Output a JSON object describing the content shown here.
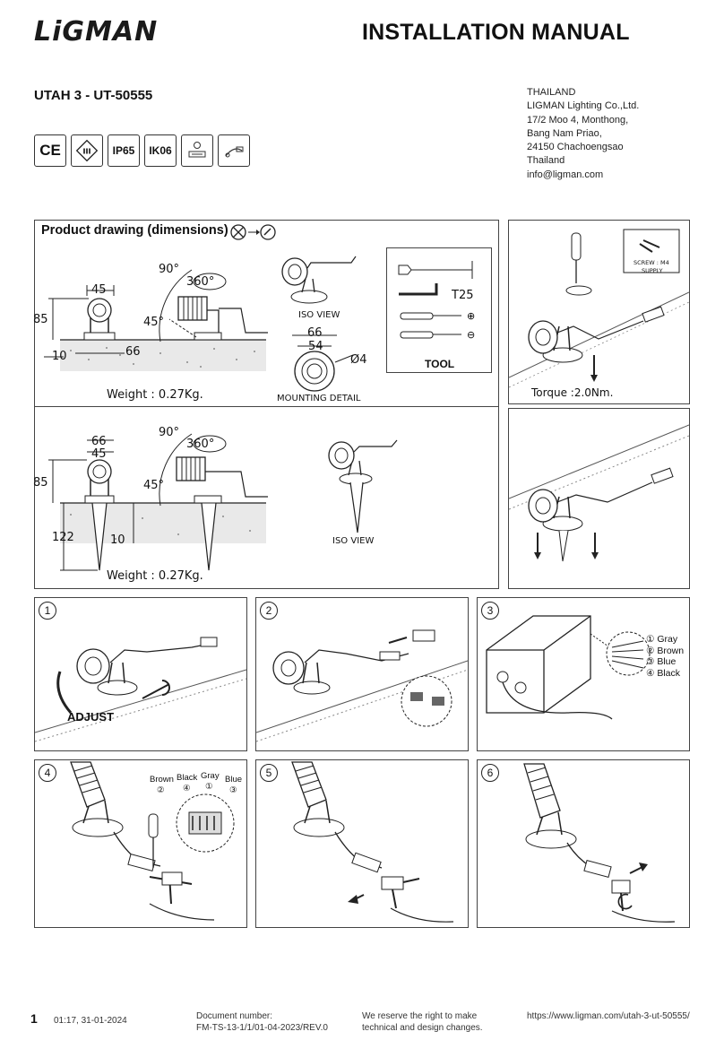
{
  "header": {
    "brand": "LiGMAN",
    "title": "INSTALLATION MANUAL",
    "model": "UTAH 3 - UT-50555"
  },
  "address": [
    "THAILAND",
    "LIGMAN Lighting Co.,Ltd.",
    "17/2 Moo 4, Monthong,",
    "Bang Nam Priao,",
    "24150 Chachoengsao",
    "Thailand",
    "info@ligman.com"
  ],
  "certifications": [
    "CE",
    "III",
    "IP65",
    "IK06"
  ],
  "panel_a": {
    "title": "Product drawing (dimensions)",
    "dims": {
      "w45": "45",
      "h85": "85",
      "h10": "10",
      "w66": "66",
      "a90": "90°",
      "a360": "360°",
      "a45": "45°"
    },
    "iso_view": "ISO VIEW",
    "mount": {
      "d66": "66",
      "d54": "54",
      "hole": "Ø4",
      "label": "MOUNTING DETAIL"
    },
    "weight": "Weight : 0.27Kg.",
    "tool": {
      "t25": "T25",
      "label": "TOOL"
    }
  },
  "panel_b": {
    "dims": {
      "w66": "66",
      "w45": "45",
      "h85": "85",
      "a90": "90°",
      "a360": "360°",
      "a45": "45°",
      "h122": "122",
      "h10": "10"
    },
    "iso_view": "ISO VIEW",
    "weight": "Weight : 0.27Kg."
  },
  "panel_c": {
    "screw_label": "SCREW : M4",
    "screw_sub": "SUPPLY",
    "torque": "Torque :2.0Nm."
  },
  "steps": {
    "s1": {
      "num": "1",
      "label": "ADJUST"
    },
    "s2": {
      "num": "2"
    },
    "s3": {
      "num": "3",
      "wires": [
        {
          "n": "①",
          "c": "Gray"
        },
        {
          "n": "②",
          "c": "Brown"
        },
        {
          "n": "③",
          "c": "Blue"
        },
        {
          "n": "④",
          "c": "Black"
        }
      ]
    },
    "s4": {
      "num": "4",
      "wires": [
        {
          "c": "Brown",
          "n": "②"
        },
        {
          "c": "Black",
          "n": "④"
        },
        {
          "c": "Gray",
          "n": "①"
        },
        {
          "c": "Blue",
          "n": "③"
        }
      ]
    },
    "s5": {
      "num": "5"
    },
    "s6": {
      "num": "6"
    }
  },
  "footer": {
    "page": "1",
    "date": "01:17, 31-01-2024",
    "doc_label": "Document number:",
    "doc_number": "FM-TS-13-1/1/01-04-2023/REV.0",
    "notice_1": "We reserve the right to make",
    "notice_2": "technical and design changes.",
    "url": "https://www.ligman.com/utah-3-ut-50555/"
  }
}
